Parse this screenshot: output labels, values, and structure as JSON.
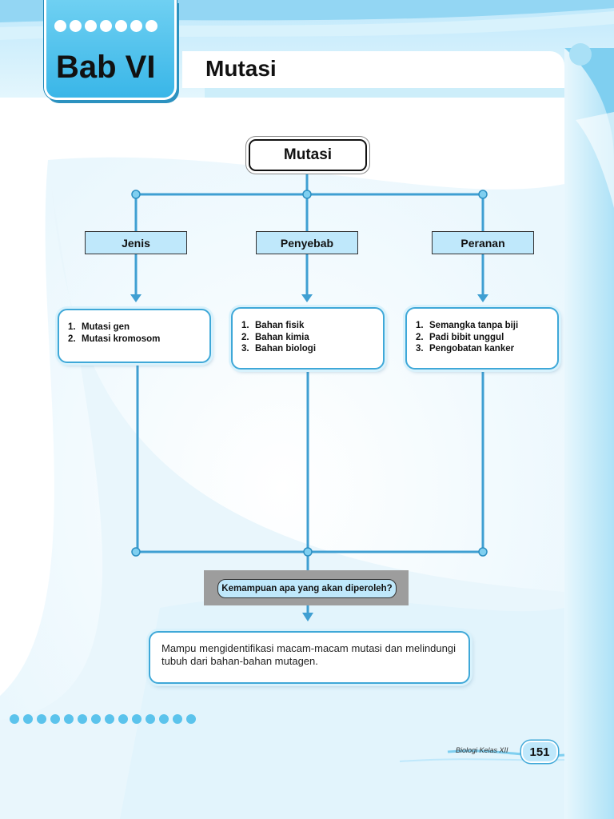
{
  "header": {
    "chapter": "Bab VI",
    "title": "Mutasi"
  },
  "concept_map": {
    "root": "Mutasi",
    "categories": [
      {
        "label": "Jenis",
        "items": [
          {
            "num": "1.",
            "text": "Mutasi gen"
          },
          {
            "num": "2.",
            "text": "Mutasi kromosom"
          }
        ]
      },
      {
        "label": "Penyebab",
        "items": [
          {
            "num": "1.",
            "text": "Bahan fisik"
          },
          {
            "num": "2.",
            "text": "Bahan kimia"
          },
          {
            "num": "3.",
            "text": "Bahan biologi"
          }
        ]
      },
      {
        "label": "Peranan",
        "items": [
          {
            "num": "1.",
            "text": "Semangka tanpa biji"
          },
          {
            "num": "2.",
            "text": "Padi bibit unggul"
          },
          {
            "num": "3.",
            "text": "Pengobatan kanker"
          }
        ]
      }
    ],
    "question": "Kemampuan apa yang akan diperoleh?",
    "answer": "Mampu mengidentifikasi macam-macam mutasi dan melindungi tubuh dari bahan-bahan mutagen."
  },
  "footer": {
    "book": "Biologi Kelas XII",
    "page": "151"
  },
  "colors": {
    "accent": "#39b6e8",
    "light_accent": "#bfe8fb",
    "connector": "#3f9fd2"
  }
}
